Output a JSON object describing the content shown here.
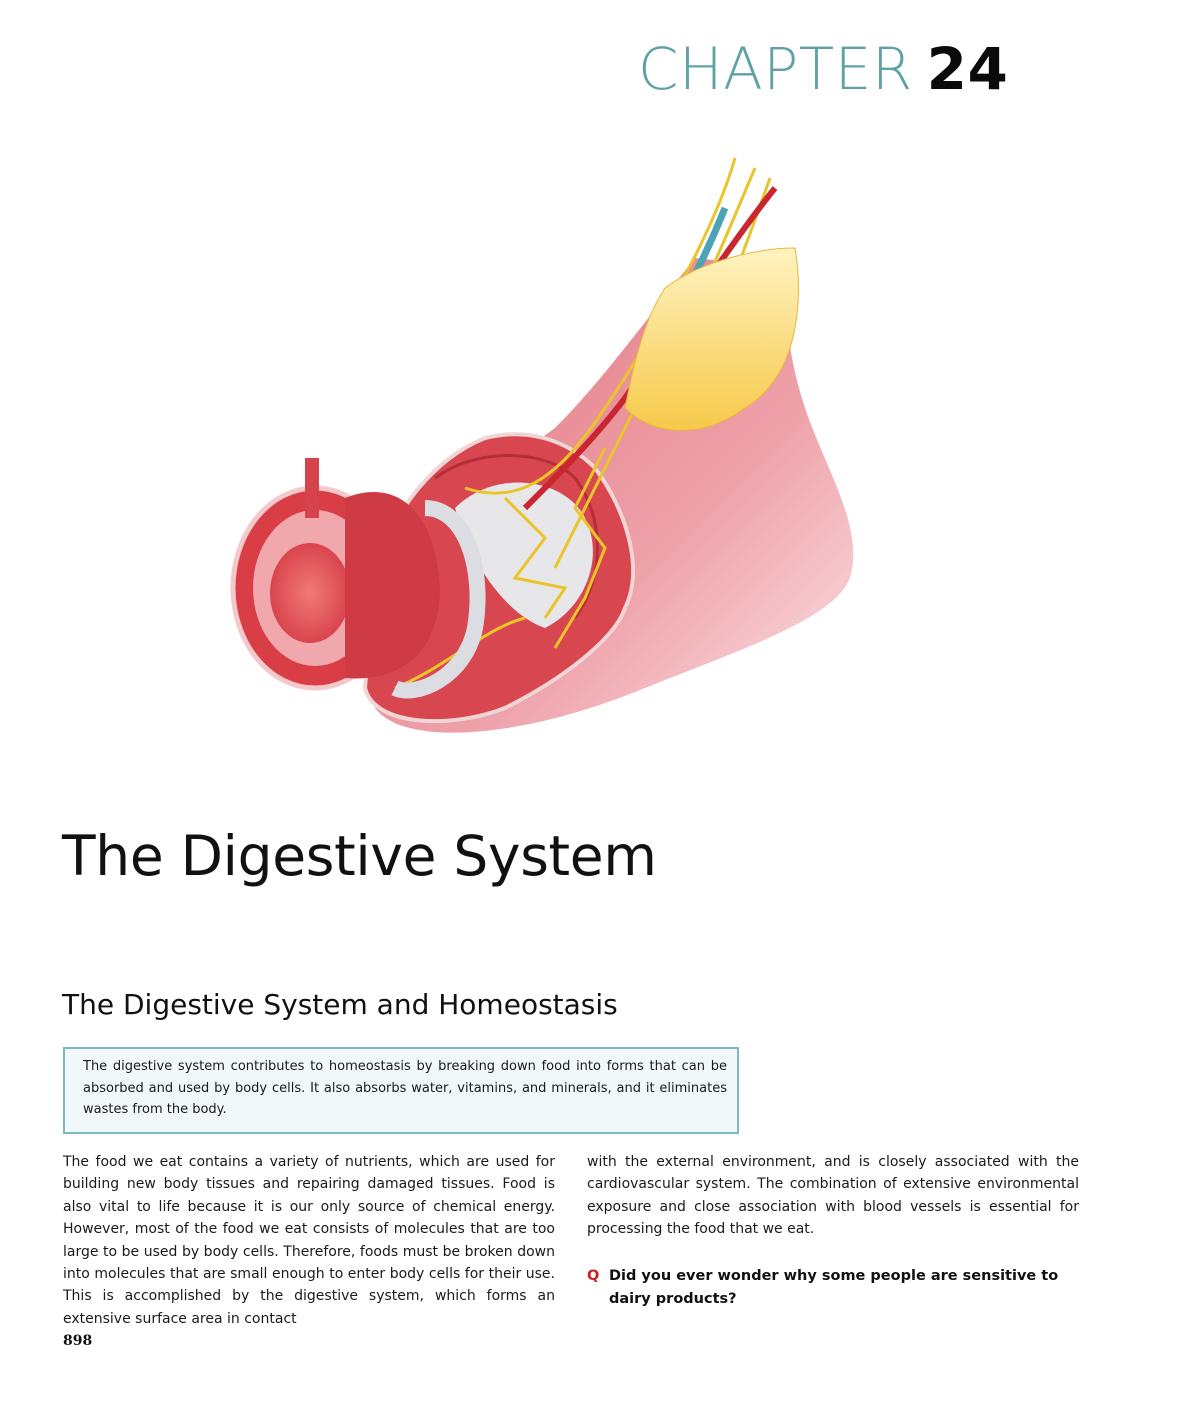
{
  "chapter": {
    "word": "CHAPTER",
    "number": "24",
    "word_color": "#5fa2a6"
  },
  "illustration": {
    "alt": "Cutaway illustration of the wall of the gastrointestinal tract showing mucosa, submucosa, muscularis and serosa layers with blood vessels, nerves and mesentery fat"
  },
  "title": "The Digestive System",
  "section": {
    "heading": "The Digestive System and Homeostasis",
    "summary": "The digestive system contributes to homeostasis by breaking down food into forms that can be absorbed and used by body cells. It also absorbs water, vitamins, and minerals, and it eliminates wastes from the body."
  },
  "body": {
    "left_column": "The food we eat contains a variety of nutrients, which are used for building new body tissues and repairing damaged tissues. Food is also vital to life because it is our only source of chemical energy. However, most of the food we eat consists of molecules that are too large to be used by body cells. Therefore, foods must be broken down into molecules that are small enough to enter body cells for their use. This is accomplished by the digestive system, which forms an extensive surface area in contact",
    "right_column": "with the external environment, and is closely associated with the cardiovascular system. The combination of extensive environmental exposure and close association with blood vessels is essential for processing the food that we eat."
  },
  "question": {
    "marker": "Q",
    "text": "Did you ever wonder why some people are sensitive to dairy products?",
    "marker_color": "#cc1f24"
  },
  "page_number": "898"
}
